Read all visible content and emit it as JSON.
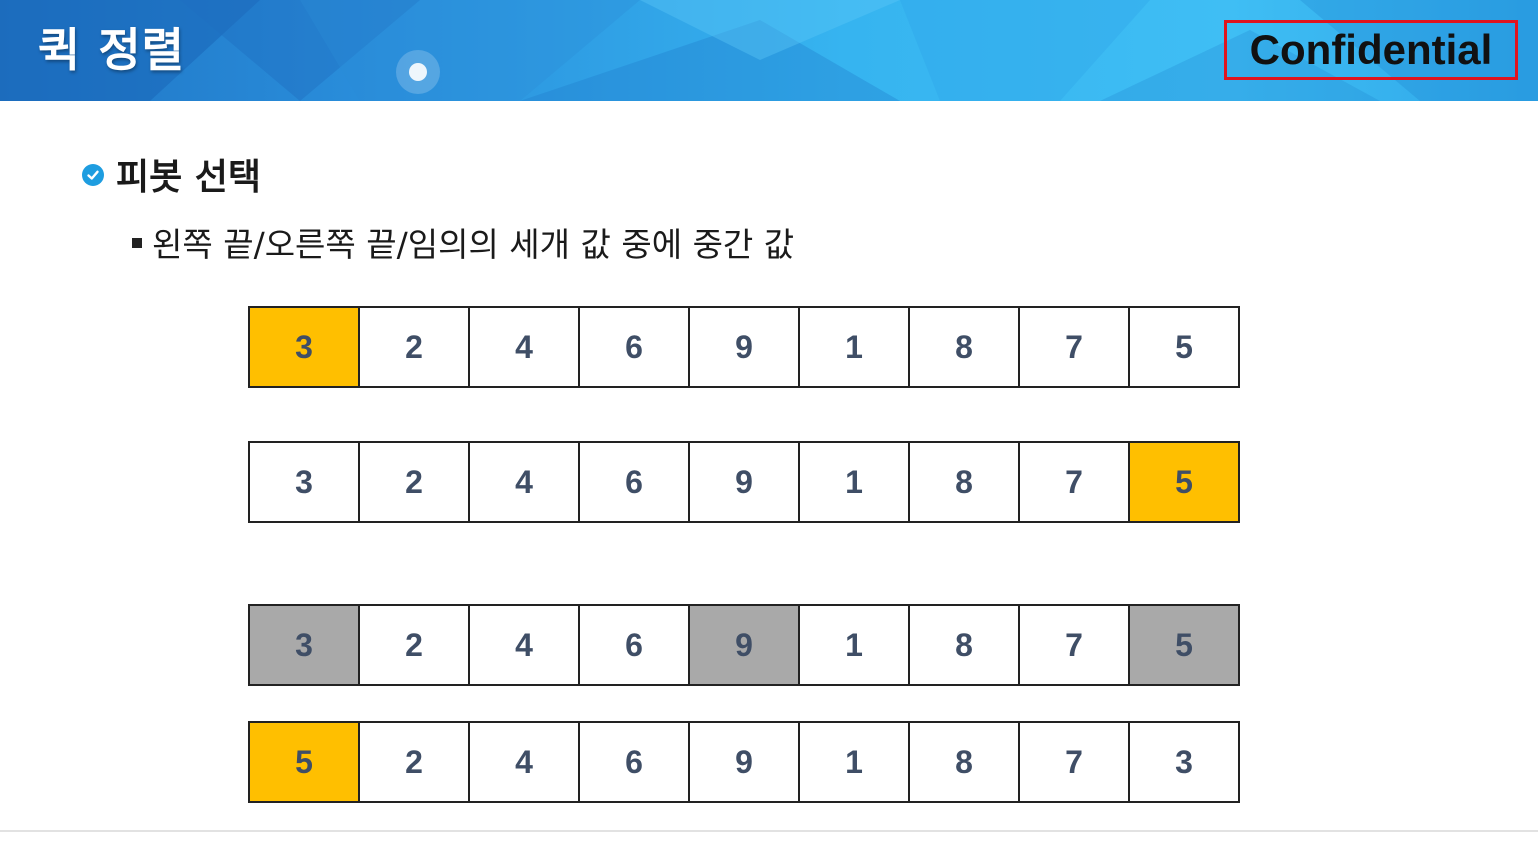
{
  "slide": {
    "title": "퀵 정렬",
    "confidential_label": "Confidential",
    "bullet_main": "피봇 선택",
    "bullet_sub": "왼쪽 끝/오른쪽 끝/임의의 세개 값 중에 중간 값"
  },
  "colors": {
    "pivot": "#ffbf00",
    "candidate": "#a9a9a9",
    "cell_text": "#3f4e66",
    "header_blue": "#2a8fdc",
    "confidential_border": "#e0141e"
  },
  "arrays": [
    {
      "values": [
        "3",
        "2",
        "4",
        "6",
        "9",
        "1",
        "8",
        "7",
        "5"
      ],
      "highlight": [
        "pivot",
        "none",
        "none",
        "none",
        "none",
        "none",
        "none",
        "none",
        "none"
      ]
    },
    {
      "values": [
        "3",
        "2",
        "4",
        "6",
        "9",
        "1",
        "8",
        "7",
        "5"
      ],
      "highlight": [
        "none",
        "none",
        "none",
        "none",
        "none",
        "none",
        "none",
        "none",
        "pivot"
      ]
    },
    {
      "values": [
        "3",
        "2",
        "4",
        "6",
        "9",
        "1",
        "8",
        "7",
        "5"
      ],
      "highlight": [
        "candidate",
        "none",
        "none",
        "none",
        "candidate",
        "none",
        "none",
        "none",
        "candidate"
      ]
    },
    {
      "values": [
        "5",
        "2",
        "4",
        "6",
        "9",
        "1",
        "8",
        "7",
        "3"
      ],
      "highlight": [
        "pivot",
        "none",
        "none",
        "none",
        "none",
        "none",
        "none",
        "none",
        "none"
      ]
    }
  ],
  "icons": {
    "bullet_main": "check-circle-icon",
    "bullet_sub": "square-bullet-icon"
  }
}
